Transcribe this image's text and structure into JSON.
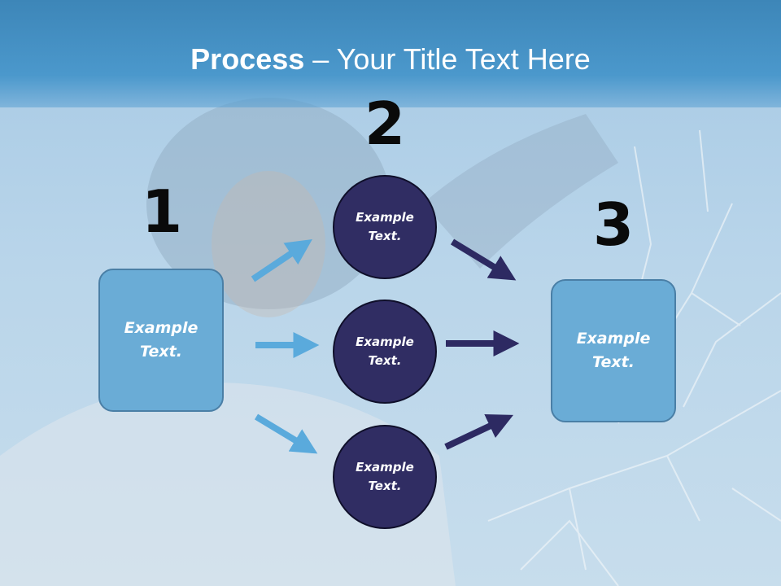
{
  "title": {
    "bold": "Process",
    "rest": " – Your Title Text Here"
  },
  "steps": [
    {
      "number": "1",
      "text_line1": "Example",
      "text_line2": "Text."
    },
    {
      "number": "2"
    },
    {
      "number": "3",
      "text_line1": "Example",
      "text_line2": "Text."
    }
  ],
  "circles": [
    {
      "text_line1": "Example",
      "text_line2": "Text."
    },
    {
      "text_line1": "Example",
      "text_line2": "Text."
    },
    {
      "text_line1": "Example",
      "text_line2": "Text."
    }
  ],
  "colors": {
    "header": "#4b98cc",
    "box_fill": "#6aacd6",
    "circle_fill": "#302d63",
    "arrow_light": "#5aaadc",
    "arrow_dark": "#2d2a62"
  }
}
